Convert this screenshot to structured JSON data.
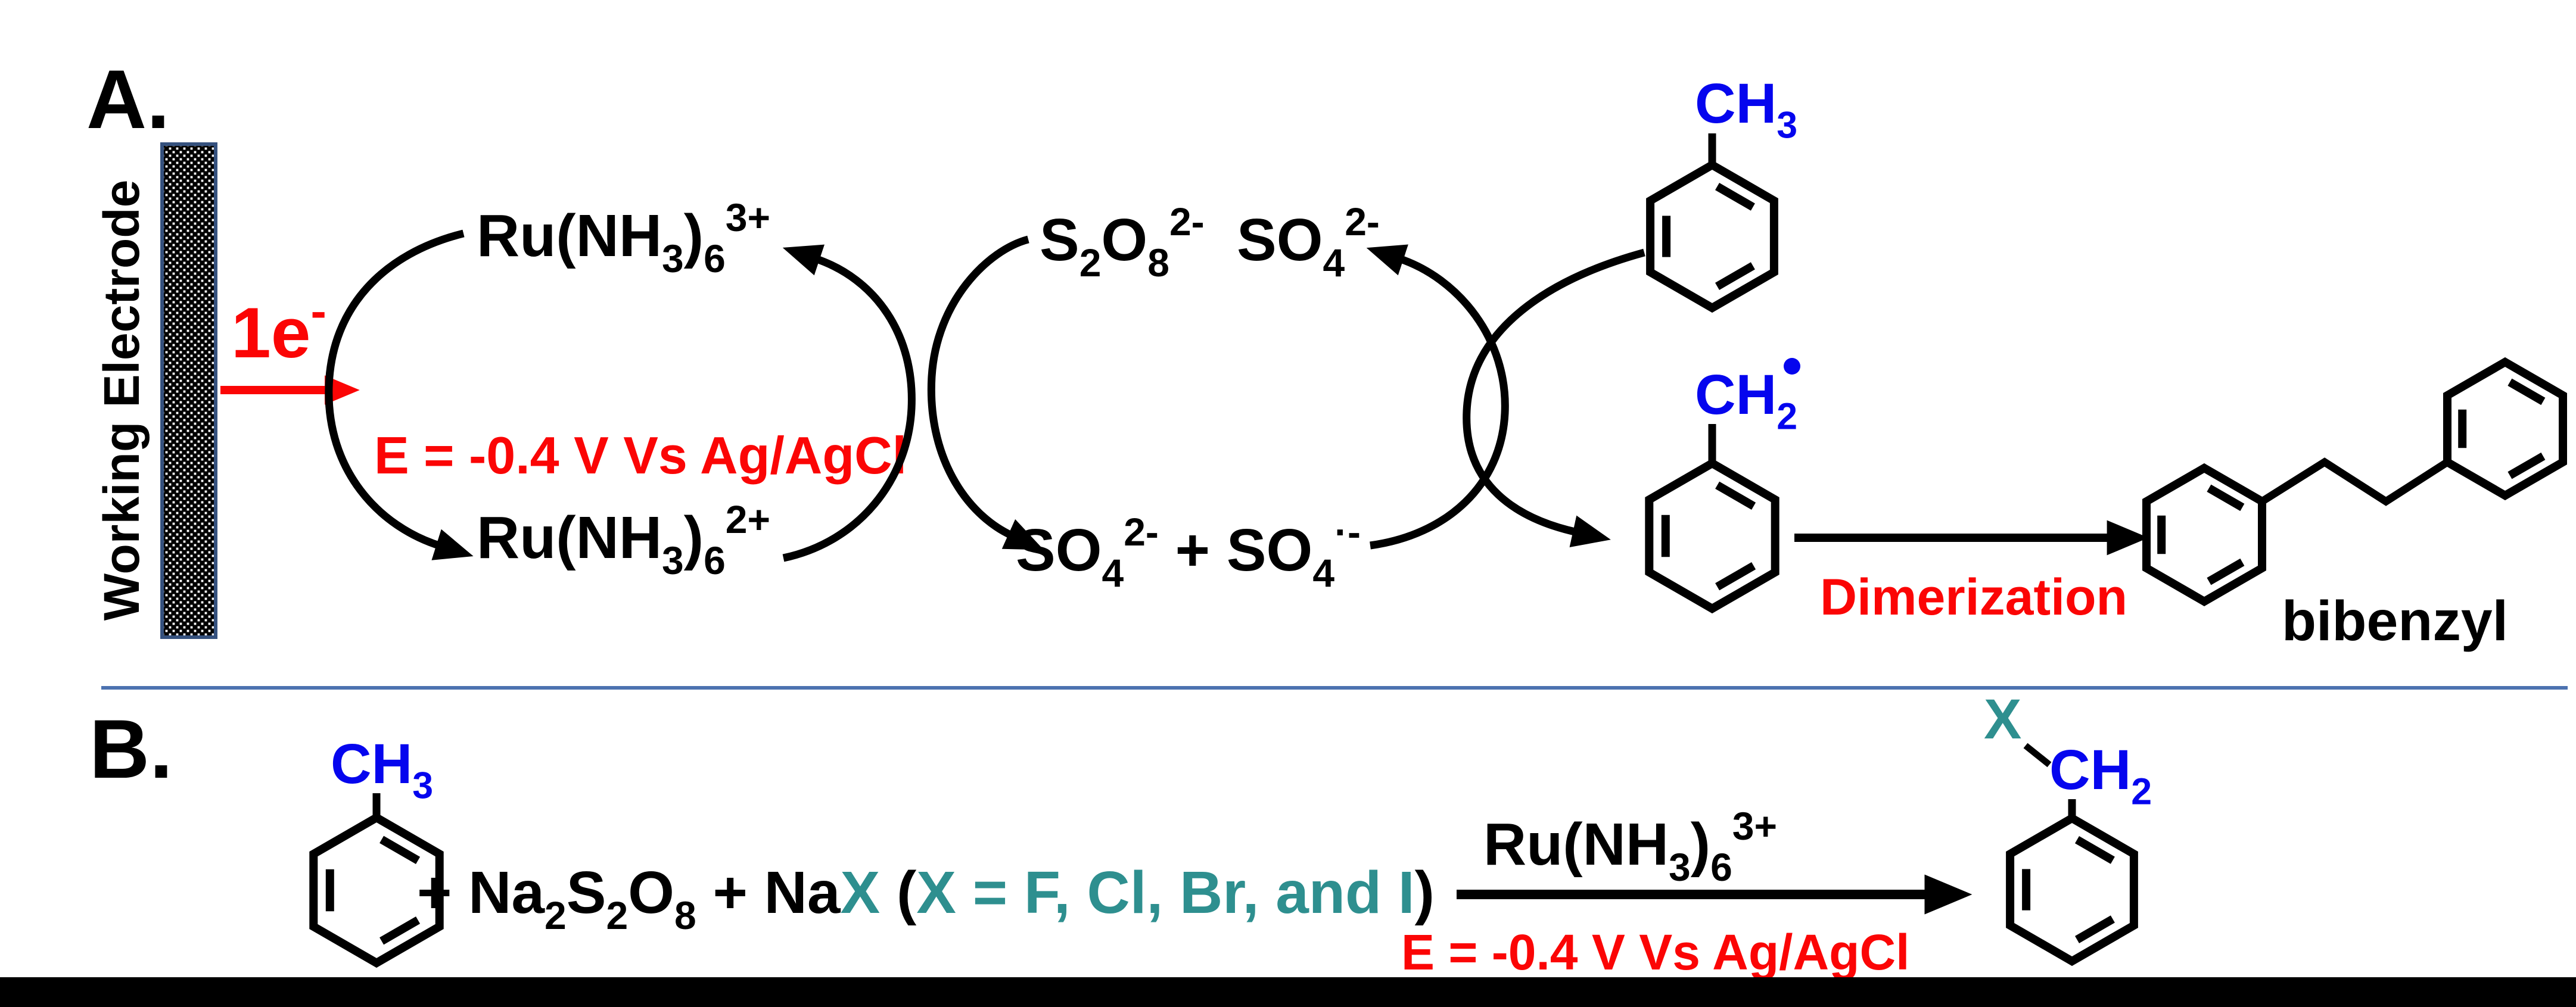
{
  "colors": {
    "black": "#000000",
    "blue": "#0505EE",
    "red": "#FB0505",
    "teal": "#2E8F8F",
    "divider": "#4C72B0",
    "electrode_border": "#35517E"
  },
  "panel_a": {
    "label": "A.",
    "electrode_label": "Working Electrode",
    "one_electron": {
      "segments": [
        {
          "t": "1e"
        },
        {
          "t": "-",
          "s": "sup"
        }
      ]
    },
    "potential": "E = -0.4 V Vs Ag/AgCl",
    "cycle1_top": {
      "segments": [
        {
          "t": "Ru(NH"
        },
        {
          "t": "3",
          "s": "sub"
        },
        {
          "t": ")"
        },
        {
          "t": "6",
          "s": "sub"
        },
        {
          "t": "3+",
          "s": "sup"
        }
      ]
    },
    "cycle1_bottom": {
      "segments": [
        {
          "t": "Ru(NH"
        },
        {
          "t": "3",
          "s": "sub"
        },
        {
          "t": ")"
        },
        {
          "t": "6",
          "s": "sub"
        },
        {
          "t": "2+",
          "s": "sup"
        }
      ]
    },
    "cycle2_persulfate": {
      "segments": [
        {
          "t": "S"
        },
        {
          "t": "2",
          "s": "sub"
        },
        {
          "t": "O"
        },
        {
          "t": "8",
          "s": "sub"
        },
        {
          "t": "2-",
          "s": "sup"
        }
      ]
    },
    "cycle2_sulfate_top": {
      "segments": [
        {
          "t": "SO"
        },
        {
          "t": "4",
          "s": "sub"
        },
        {
          "t": "2-",
          "s": "sup"
        }
      ]
    },
    "cycle2_bottom": {
      "segments": [
        {
          "t": "SO"
        },
        {
          "t": "4",
          "s": "sub"
        },
        {
          "t": "2-",
          "s": "sup"
        },
        {
          "t": " + SO"
        },
        {
          "t": "4",
          "s": "sub"
        },
        {
          "t": "·-",
          "s": "sup"
        }
      ]
    },
    "toluene_label": {
      "segments": [
        {
          "t": "CH"
        },
        {
          "t": "3",
          "s": "sub"
        }
      ]
    },
    "benzyl_label": {
      "segments": [
        {
          "t": "CH"
        },
        {
          "t": "2",
          "s": "sub"
        }
      ]
    },
    "dimerization_label": "Dimerization",
    "product_label": "bibenzyl"
  },
  "panel_b": {
    "label": "B.",
    "toluene_label": {
      "segments": [
        {
          "t": "CH"
        },
        {
          "t": "3",
          "s": "sub"
        }
      ]
    },
    "reagents": {
      "segments": [
        {
          "t": "+ Na"
        },
        {
          "t": "2",
          "s": "sub"
        },
        {
          "t": "S"
        },
        {
          "t": "2",
          "s": "sub"
        },
        {
          "t": "O"
        },
        {
          "t": "8",
          "s": "sub"
        },
        {
          "t": " + Na"
        },
        {
          "t": "X",
          "c": "teal"
        },
        {
          "t": " ("
        },
        {
          "t": "X = F, Cl, Br, and I",
          "c": "teal"
        },
        {
          "t": ")"
        }
      ]
    },
    "catalyst": {
      "segments": [
        {
          "t": "Ru(NH"
        },
        {
          "t": "3",
          "s": "sub"
        },
        {
          "t": ")"
        },
        {
          "t": "6",
          "s": "sub"
        },
        {
          "t": "3+",
          "s": "sup"
        }
      ]
    },
    "potential": "E = -0.4 V Vs Ag/AgCl",
    "product_x": "X",
    "product_ch2": {
      "segments": [
        {
          "t": "CH"
        },
        {
          "t": "2",
          "s": "sub"
        }
      ]
    }
  }
}
